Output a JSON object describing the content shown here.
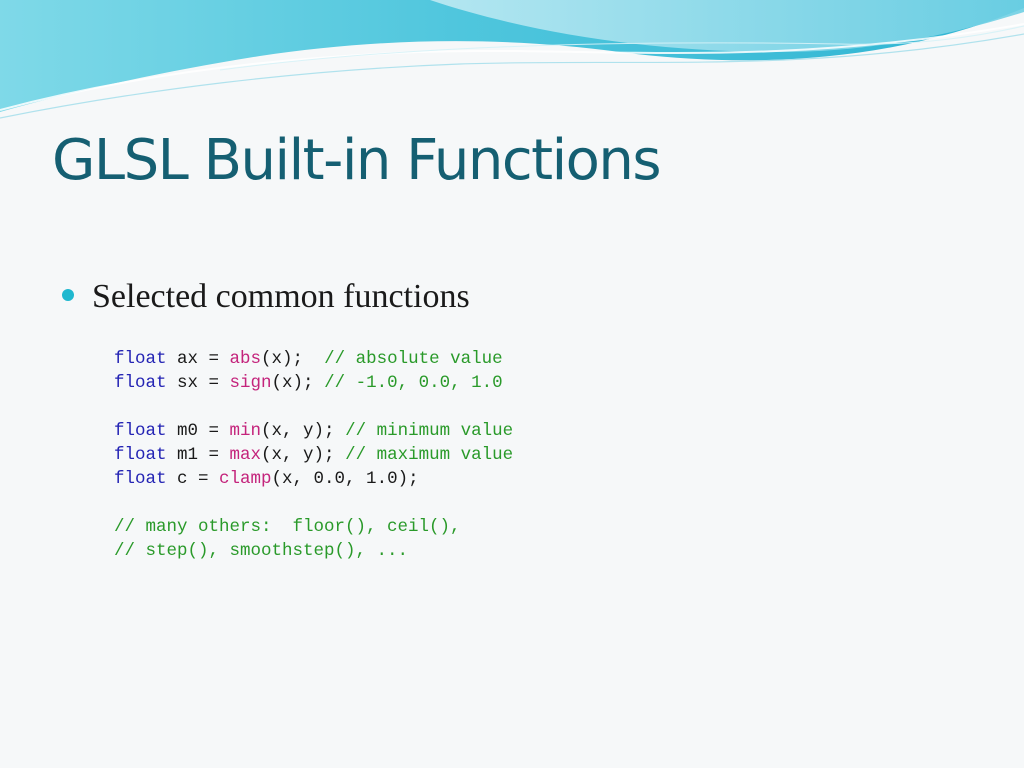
{
  "slide": {
    "title": "GLSL Built-in Functions",
    "bullet": "Selected common functions"
  },
  "code": {
    "line1": {
      "kw": "float",
      "pre": " ax = ",
      "fn": "abs",
      "post": "(x);  ",
      "cm": "// absolute value"
    },
    "line2": {
      "kw": "float",
      "pre": " sx = ",
      "fn": "sign",
      "post": "(x); ",
      "cm": "// -1.0, 0.0, 1.0"
    },
    "line3": {
      "kw": "float",
      "pre": " m0 = ",
      "fn": "min",
      "post": "(x, y); ",
      "cm": "// minimum value"
    },
    "line4": {
      "kw": "float",
      "pre": " m1 = ",
      "fn": "max",
      "post": "(x, y); ",
      "cm": "// maximum value"
    },
    "line5": {
      "kw": "float",
      "pre": " c = ",
      "fn": "clamp",
      "post": "(x, 0.0, 1.0);"
    },
    "line6": {
      "cm": "// many others:  floor(), ceil(),"
    },
    "line7": {
      "cm": "// step(), smoothstep(), ..."
    }
  },
  "colors": {
    "title": "#155f72",
    "bullet": "#1fb8cf",
    "keyword": "#2424b4",
    "function": "#c4247c",
    "comment": "#2a9a2a"
  }
}
